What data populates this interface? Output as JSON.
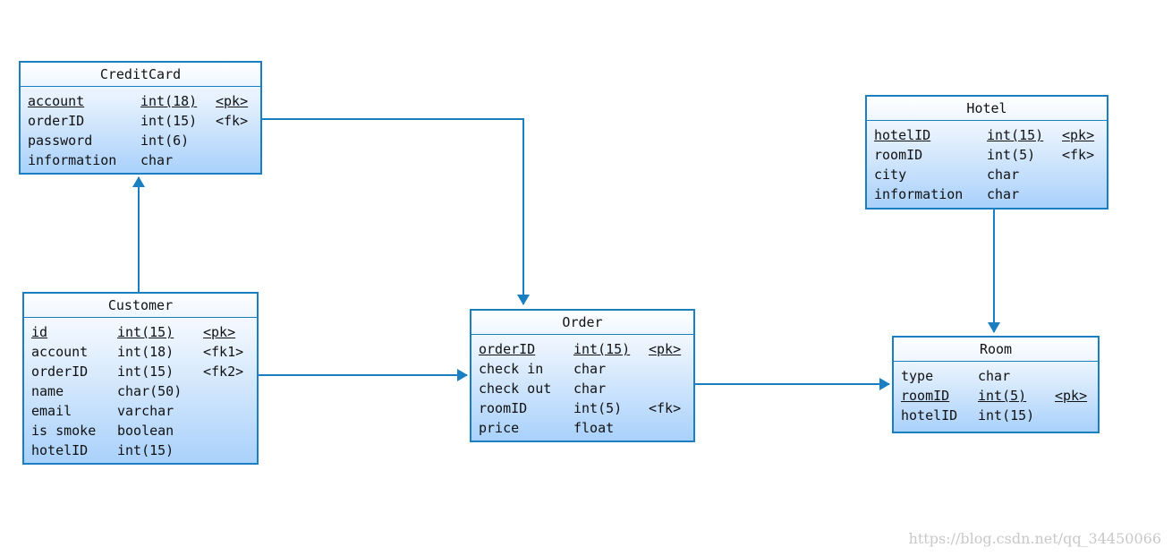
{
  "diagram": {
    "entities": {
      "creditcard": {
        "title": "CreditCard",
        "rows": [
          [
            "account",
            "int(18)",
            "<pk>"
          ],
          [
            "orderID",
            "int(15)",
            "<fk>"
          ],
          [
            "password",
            "int(6)",
            ""
          ],
          [
            "information",
            "char",
            ""
          ]
        ]
      },
      "customer": {
        "title": "Customer",
        "rows": [
          [
            "id",
            "int(15)",
            "<pk>"
          ],
          [
            "account",
            "int(18)",
            "<fk1>"
          ],
          [
            "orderID",
            "int(15)",
            "<fk2>"
          ],
          [
            "name",
            "char(50)",
            ""
          ],
          [
            "email",
            "varchar",
            ""
          ],
          [
            "is smoke",
            "boolean",
            ""
          ],
          [
            "hotelID",
            "int(15)",
            ""
          ]
        ]
      },
      "order": {
        "title": "Order",
        "rows": [
          [
            "orderID",
            "int(15)",
            "<pk>"
          ],
          [
            "check in",
            "char",
            ""
          ],
          [
            "check out",
            "char",
            ""
          ],
          [
            "roomID",
            "int(5)",
            "<fk>"
          ],
          [
            "price",
            "float",
            ""
          ]
        ]
      },
      "hotel": {
        "title": "Hotel",
        "rows": [
          [
            "hotelID",
            "int(15)",
            "<pk>"
          ],
          [
            "roomID",
            "int(5)",
            "<fk>"
          ],
          [
            "city",
            "char",
            ""
          ],
          [
            "information",
            "char",
            ""
          ]
        ]
      },
      "room": {
        "title": "Room",
        "rows": [
          [
            "type",
            "char",
            ""
          ],
          [
            "roomID",
            "int(5)",
            "<pk>"
          ],
          [
            "hotelID",
            "int(15)",
            ""
          ]
        ]
      }
    },
    "watermark": "https://blog.csdn.net/qq_34450066",
    "colors": {
      "border": "#1a7fc1",
      "fill_light": "#e4f0fd",
      "fill_dark": "#a9d1fb",
      "connector": "#1a7fc1"
    }
  }
}
